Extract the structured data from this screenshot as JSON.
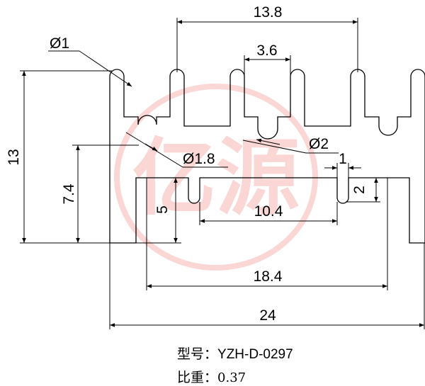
{
  "watermark": {
    "text": "亿源",
    "color": "#f6c3c0"
  },
  "dimensions": {
    "top_width": "13.8",
    "slot_top": "3.6",
    "dia_1": "Ø1",
    "height": "13",
    "dia_2": "Ø2",
    "dia_1_8": "Ø1.8",
    "slot_w": "1",
    "slot_h": "2",
    "h_7_4": "7.4",
    "h_5": "5",
    "w_10_4": "10.4",
    "w_18_4": "18.4",
    "w_24": "24"
  },
  "spec": {
    "model_label": "型号：",
    "model_value": "YZH-D-0297",
    "weight_label": "比重：",
    "weight_value": "0.37"
  }
}
